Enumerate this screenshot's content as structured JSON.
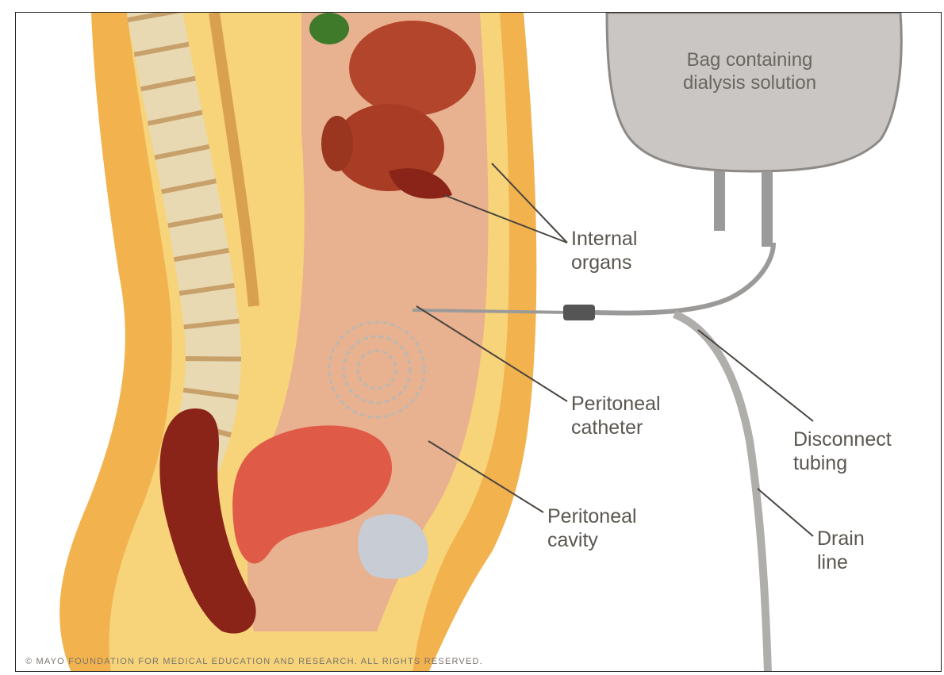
{
  "labels": {
    "bag": "Bag containing\ndialysis solution",
    "internal_organs": "Internal\norgans",
    "peritoneal_catheter": "Peritoneal\ncatheter",
    "disconnect_tubing": "Disconnect\ntubing",
    "peritoneal_cavity": "Peritoneal\ncavity",
    "drain_line": "Drain\nline"
  },
  "credit": "© MAYO FOUNDATION FOR MEDICAL EDUCATION AND RESEARCH. ALL RIGHTS RESERVED.",
  "colors": {
    "skin": "#f2b24e",
    "fat": "#f7d37a",
    "flesh": "#e8b190",
    "organ": "#b3452c",
    "intestine": "#8a2418",
    "uterus": "#e05a48",
    "bag": "#c9c6c3",
    "tube": "#9c9a98",
    "leader": "#4a4540"
  }
}
